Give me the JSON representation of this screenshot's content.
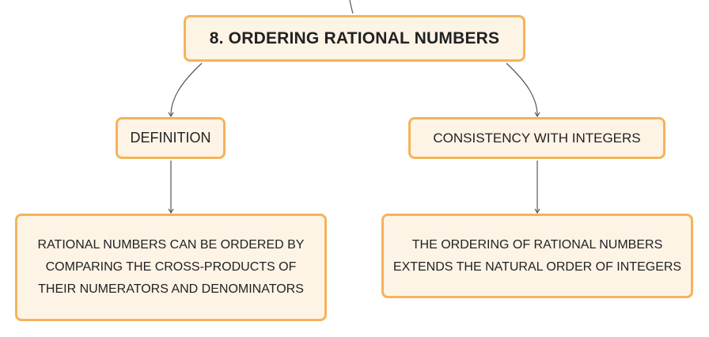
{
  "colors": {
    "node_fill": "#fdf4e6",
    "node_border": "#f5b35a",
    "connector": "#555555",
    "text": "#222222"
  },
  "nodes": {
    "main": "8. ORDERING RATIONAL NUMBERS",
    "definition": "DEFINITION",
    "consistency": "CONSISTENCY WITH INTEGERS",
    "definition_detail": "RATIONAL NUMBERS CAN BE ORDERED BY COMPARING THE CROSS-PRODUCTS OF THEIR NUMERATORS AND DENOMINATORS",
    "consistency_detail": "THE ORDERING OF RATIONAL NUMBERS EXTENDS THE NATURAL ORDER OF INTEGERS"
  }
}
